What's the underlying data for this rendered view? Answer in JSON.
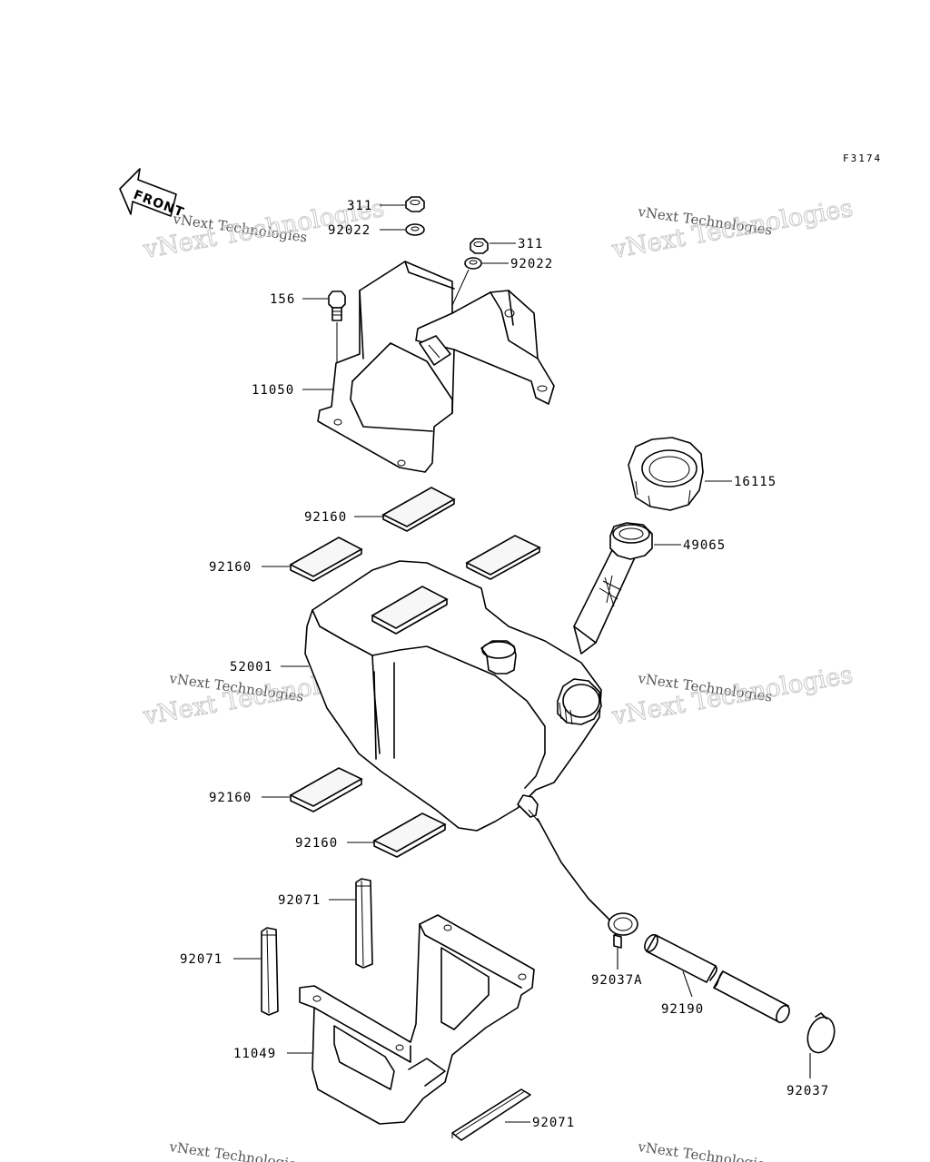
{
  "diagram": {
    "figure_ref": "F3174",
    "front_label": "FRONT",
    "watermark": {
      "line1": "vNext Technologies",
      "line2": "vNext Technologies"
    },
    "parts": {
      "p311_a": "311",
      "p92022_a": "92022",
      "p311_b": "311",
      "p92022_b": "92022",
      "p156": "156",
      "p11050": "11050",
      "p16115": "16115",
      "p49065": "49065",
      "p92160_a": "92160",
      "p92160_b": "92160",
      "p52001": "52001",
      "p92160_c": "92160",
      "p92160_d": "92160",
      "p92071_a": "92071",
      "p92071_b": "92071",
      "p11049": "11049",
      "p92071_c": "92071",
      "p92037A": "92037A",
      "p92190": "92190",
      "p92037": "92037"
    }
  }
}
